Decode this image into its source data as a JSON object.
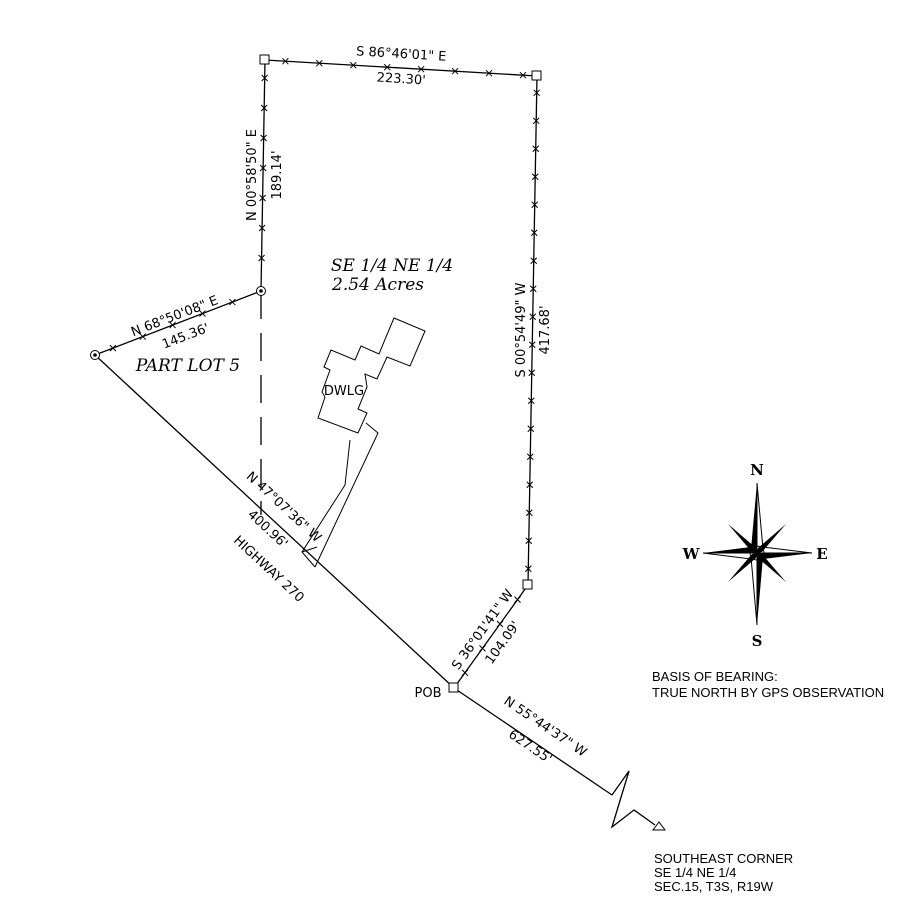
{
  "bearings": {
    "north_line": "S 86°46'01\" E",
    "north_dist": "223.30'",
    "west_line": "N 00°58'50\" E",
    "west_dist": "189.14'",
    "east_line": "S 00°54'49\" W",
    "east_dist": "417.68'",
    "lot_line": "N 68°50'08\" E",
    "lot_dist": "145.36'",
    "highway_line": "N 47°07'36\" W",
    "highway_dist": "400.96'",
    "highway_name": "HIGHWAY 270",
    "se_line": "S 36°01'41\" W",
    "se_dist": "104.09'",
    "tie_line": "N 55°44'37\" W",
    "tie_dist": "627.55'"
  },
  "parcel": {
    "title": "SE 1/4 NE 1/4",
    "area": "2.54 Acres"
  },
  "part_lot": "PART LOT 5",
  "dwelling": "DWLG",
  "pob": "POB",
  "compass": {
    "n": "N",
    "s": "S",
    "e": "E",
    "w": "W"
  },
  "basis": {
    "line1": "BASIS OF BEARING:",
    "line2": "TRUE NORTH BY GPS OBSERVATION"
  },
  "corner_note": {
    "line1": "SOUTHEAST CORNER",
    "line2": "SE 1/4 NE 1/4",
    "line3": "SEC.15, T3S, R19W"
  }
}
